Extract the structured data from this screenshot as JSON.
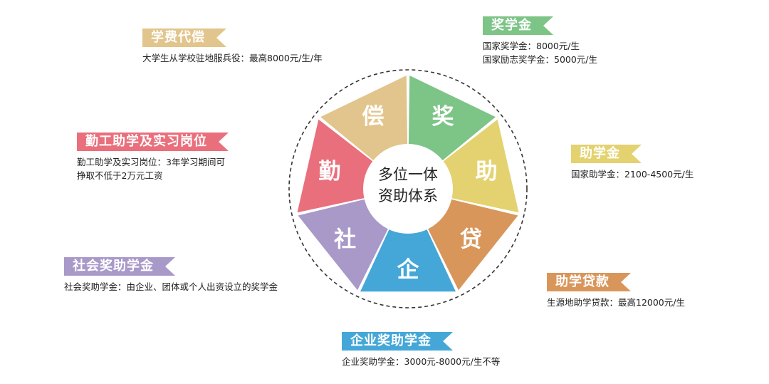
{
  "center": {
    "line1": "多位一体",
    "line2": "资助体系"
  },
  "segments": [
    {
      "char": "奖",
      "color": "#7dc487"
    },
    {
      "char": "助",
      "color": "#e3d26f"
    },
    {
      "char": "贷",
      "color": "#d9965a"
    },
    {
      "char": "企",
      "color": "#44a7d8"
    },
    {
      "char": "社",
      "color": "#a899c9"
    },
    {
      "char": "勤",
      "color": "#ea6f7c"
    },
    {
      "char": "偿",
      "color": "#e2c58c"
    }
  ],
  "blocks": {
    "tuition": {
      "title": "学费代偿",
      "color": "#e2c58c",
      "lines": [
        "大学生从学校驻地服兵役：最高8000元/生/年"
      ]
    },
    "scholarship": {
      "title": "奖学金",
      "color": "#7dc487",
      "lines": [
        "国家奖学金：8000元/生",
        "国家励志奖学金：5000元/生"
      ]
    },
    "workstudy": {
      "title": "勤工助学及实习岗位",
      "color": "#ea6f7c",
      "lines": [
        "勤工助学及实习岗位：3年学习期间可",
        "挣取不低于2万元工资"
      ]
    },
    "grant": {
      "title": "助学金",
      "color": "#e3d26f",
      "lines": [
        "国家助学金：2100-4500元/生"
      ]
    },
    "social": {
      "title": "社会奖助学金",
      "color": "#a899c9",
      "lines": [
        "社会奖助学金：由企业、团体或个人出资设立的奖学金"
      ]
    },
    "loan": {
      "title": "助学贷款",
      "color": "#d9965a",
      "lines": [
        "生源地助学贷款：最高12000元/生"
      ]
    },
    "enterprise": {
      "title": "企业奖助学金",
      "color": "#44a7d8",
      "lines": [
        "企业奖助学金：3000元-8000元/生不等"
      ]
    }
  }
}
